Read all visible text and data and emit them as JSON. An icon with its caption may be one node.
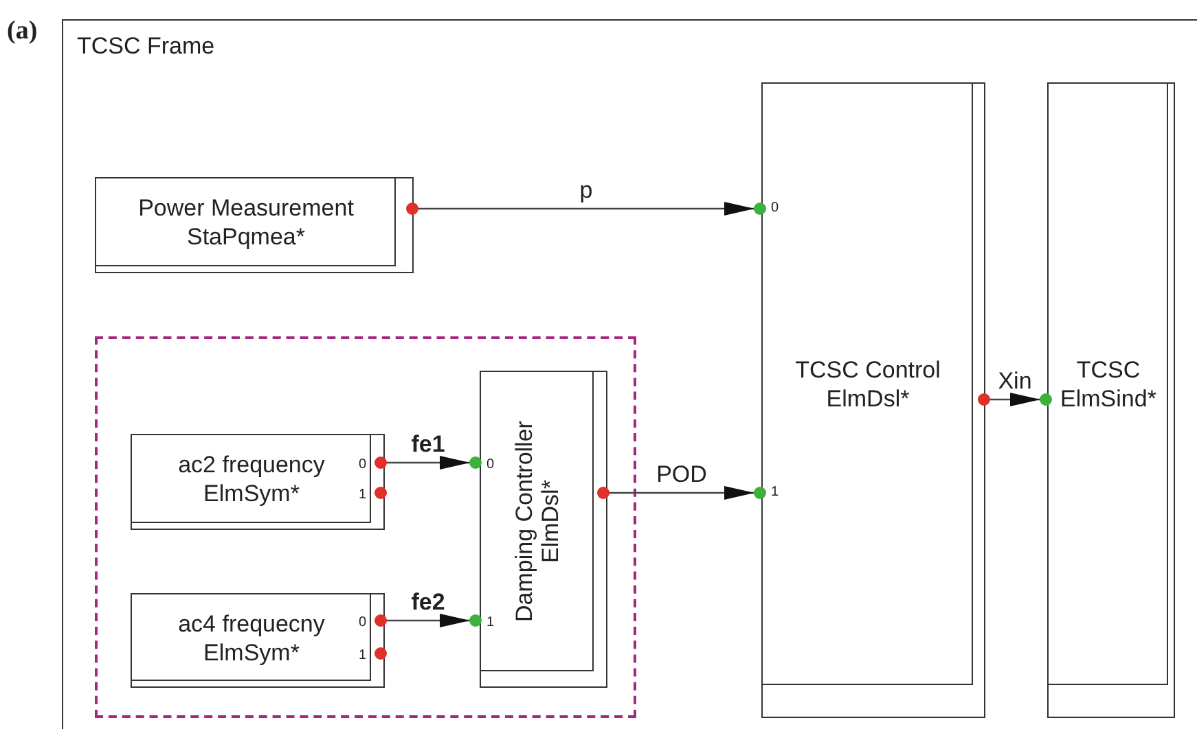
{
  "diagram": {
    "nodes": [
      {
        "text": [
          "TCSC Frame"
        ]
      },
      {
        "text": [
          "Power Measurement StaPqmea*"
        ],
        "in": 0
      },
      {
        "text": [],
        "shape": "box",
        "in": 0
      },
      {
        "text": [
          "ac2 frequency ElmSym*",
          "0",
          "1"
        ],
        "in": 2
      },
      {
        "text": [
          "ac4 frequecny ElmSym*",
          "0",
          "1"
        ],
        "in": 2
      },
      {
        "text": [
          "Damping Controller ElmDsl*",
          "0",
          "1"
        ],
        "in": 2
      },
      {
        "text": [
          "TCSC Control ElmDsl*",
          "0",
          "1"
        ],
        "in": 0
      },
      {
        "text": [
          "TCSC ElmSind*"
        ],
        "in": 0
      }
    ],
    "edges": [
      {
        "from": 1,
        "to": 6,
        "arrow": "to",
        "label": "p"
      },
      {
        "from": 3,
        "to": 5,
        "arrow": "to",
        "label": "fe1"
      },
      {
        "from": 4,
        "to": 5,
        "arrow": "to",
        "label": "fe2"
      },
      {
        "from": 5,
        "to": 6,
        "arrow": "to",
        "label": "POD"
      },
      {
        "from": 6,
        "to": 7,
        "arrow": "to",
        "label": "Xin"
      }
    ],
    "labels": [
      "(a)"
    ]
  }
}
